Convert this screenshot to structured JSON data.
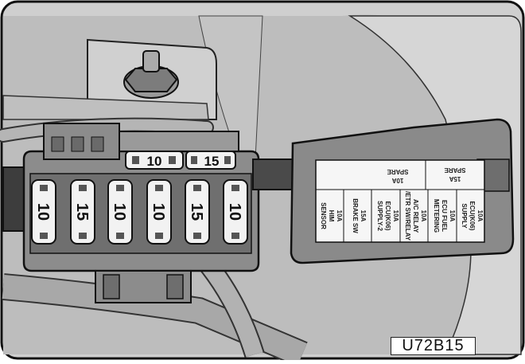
{
  "figure_code": "U72B15",
  "fuses_top": [
    {
      "rating": "10"
    },
    {
      "rating": "15"
    }
  ],
  "fuses_main": [
    {
      "rating": "10"
    },
    {
      "rating": "15"
    },
    {
      "rating": "10"
    },
    {
      "rating": "10"
    },
    {
      "rating": "15"
    },
    {
      "rating": "10"
    }
  ],
  "cover_labels_top": [
    {
      "line1": "10A",
      "line2": "SPARE"
    },
    {
      "line1": "15A",
      "line2": "SPARE"
    }
  ],
  "cover_labels_main": [
    {
      "line1": "10A",
      "line2": "HIM",
      "line3": "SENSOR"
    },
    {
      "line1": "15A",
      "line2": "BRAKE SW",
      "line3": ""
    },
    {
      "line1": "10A",
      "line2": "ECU(K06)",
      "line3": "SUPPLY-2"
    },
    {
      "line1": "10A",
      "line2": "A/C RELAY",
      "line3": "/ETR SW/RELAY"
    },
    {
      "line1": "10A",
      "line2": "ECU FUEL",
      "line3": "METERING"
    },
    {
      "line1": "10A",
      "line2": "ECU(K06)",
      "line3": "SUPPLY"
    }
  ],
  "colors": {
    "shell": "#8c8c8c",
    "shell_dark": "#5a5a5a",
    "backdrop": "#c9c9c9",
    "fuse_body": "#f2f2f2"
  }
}
